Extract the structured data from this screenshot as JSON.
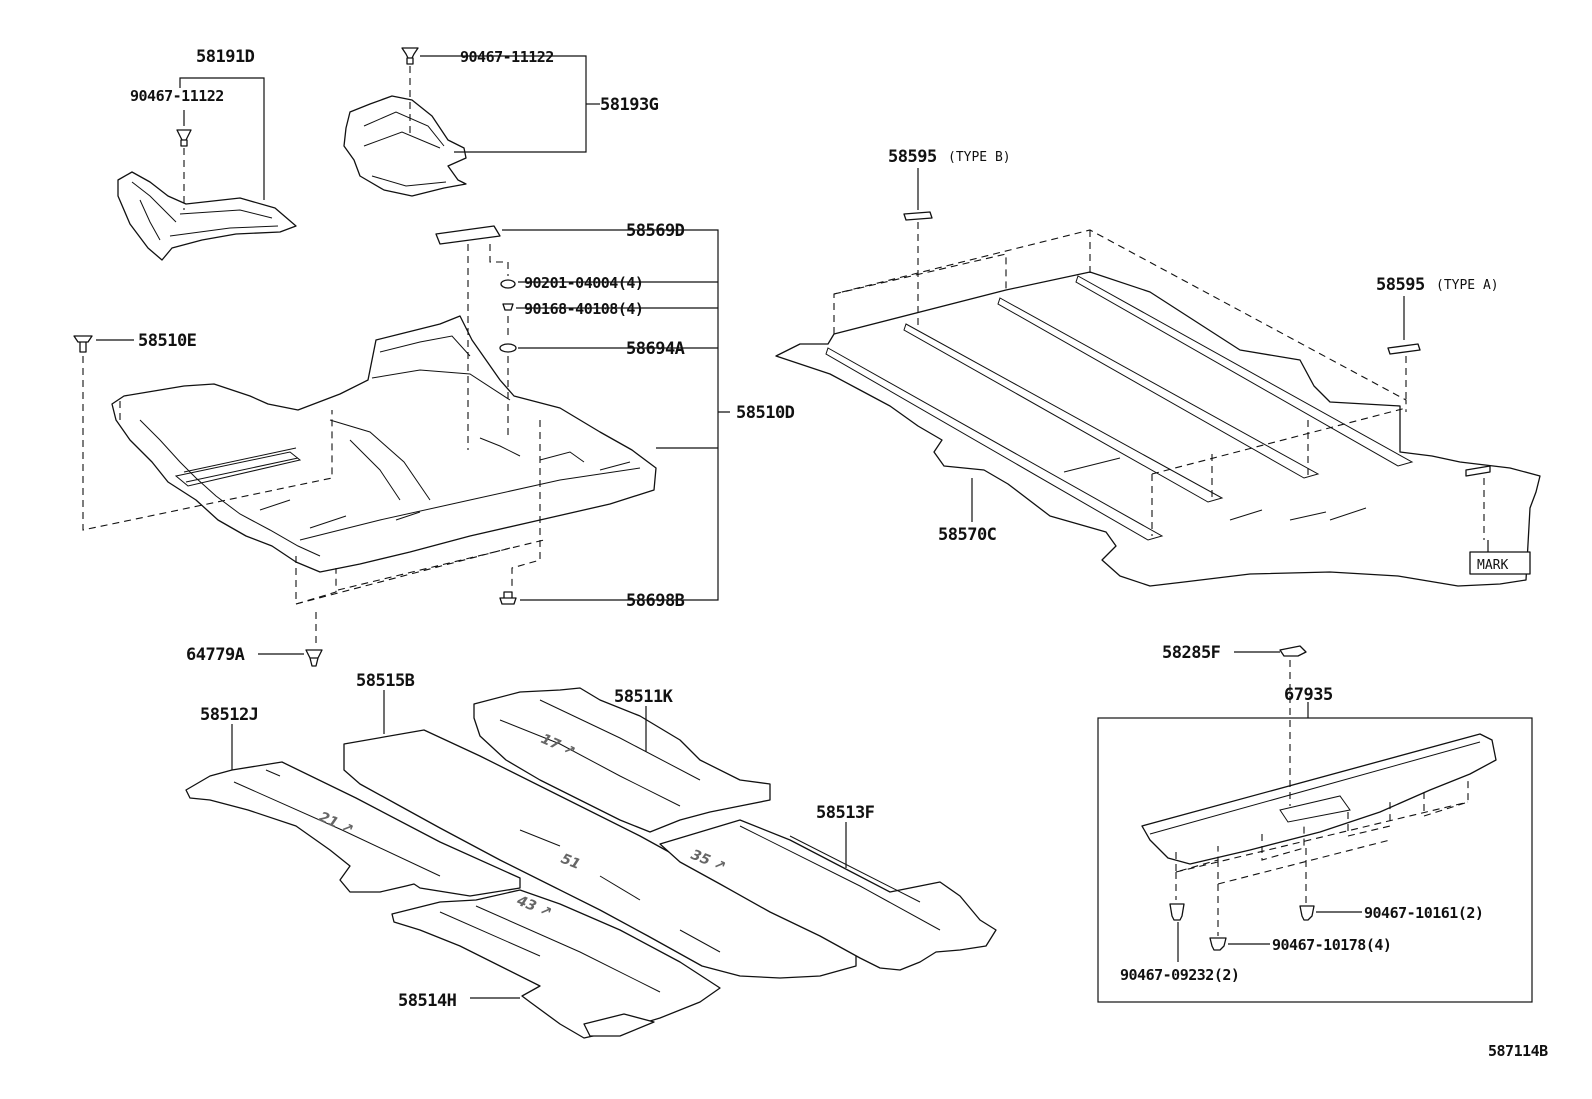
{
  "labels": {
    "p58191D": "58191D",
    "p90467_11122_a": "90467-11122",
    "p90467_11122_b": "90467-11122",
    "p58193G": "58193G",
    "p58569D": "58569D",
    "p90201": "90201-04004(4)",
    "p90168": "90168-40108(4)",
    "p58510E": "58510E",
    "p58694A": "58694A",
    "p58510D": "58510D",
    "p58698B": "58698B",
    "p64779A": "64779A",
    "p58595": "58595",
    "p58595_typeB": "(TYPE B)",
    "p58595b": "58595",
    "p58595_typeA": "(TYPE A)",
    "p58570C": "58570C",
    "mark": "MARK",
    "p58285F": "58285F",
    "p67935": "67935",
    "p90467_10161": "90467-10161(2)",
    "p90467_10178": "90467-10178(4)",
    "p90467_09232": "90467-09232(2)",
    "p58515B": "58515B",
    "p58511K": "58511K",
    "p58512J": "58512J",
    "p58513F": "58513F",
    "p58514H": "58514H",
    "diagram_id": "587114B"
  }
}
